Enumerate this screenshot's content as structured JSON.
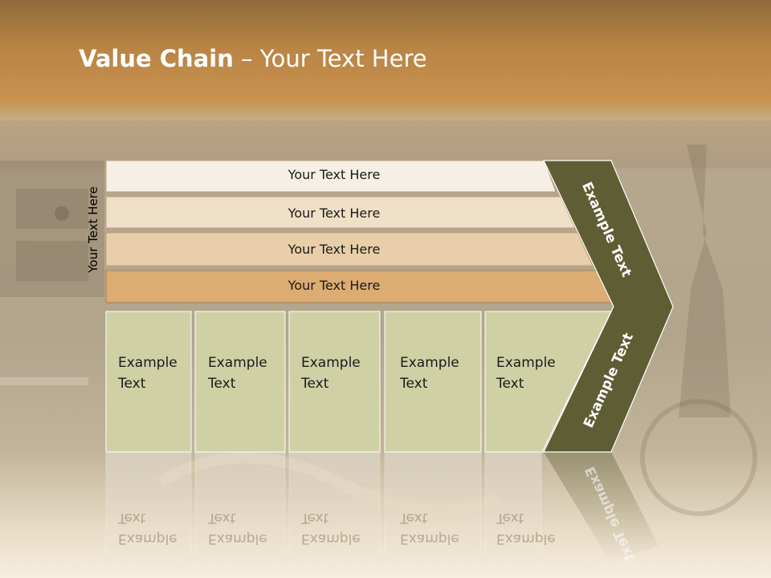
{
  "title": {
    "bold": "Value Chain",
    "rest": " – Your Text Here"
  },
  "side_label": "Your Text Here",
  "bands": [
    {
      "label": "Your Text Here"
    },
    {
      "label": "Your Text Here"
    },
    {
      "label": "Your Text Here"
    },
    {
      "label": "Your Text Here"
    }
  ],
  "boxes": [
    {
      "line1": "Example",
      "line2": "Text"
    },
    {
      "line1": "Example",
      "line2": "Text"
    },
    {
      "line1": "Example",
      "line2": "Text"
    },
    {
      "line1": "Example",
      "line2": "Text"
    },
    {
      "line1": "Example",
      "line2": "Text"
    }
  ],
  "arrow": {
    "upper": "Example Text",
    "lower": "Example Text"
  },
  "colors": {
    "band1": "#f6efe5",
    "band2": "#f0e0c8",
    "band3": "#e9cfa9",
    "band4": "#dcac72",
    "box": "#cfd1a5",
    "arrow": "#5e5d34",
    "title": "#ffffff"
  }
}
